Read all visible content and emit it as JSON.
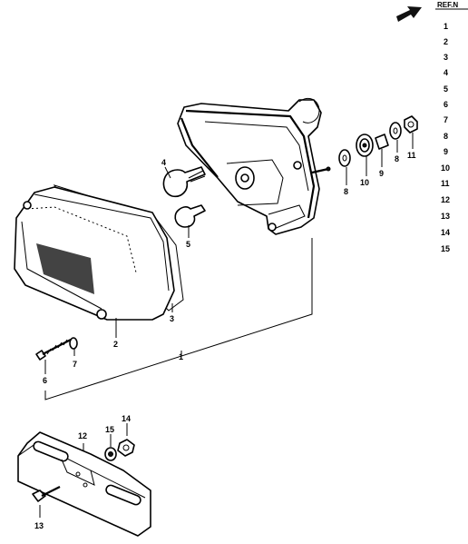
{
  "header": {
    "ref_label": "REF.N"
  },
  "ref_list": [
    "1",
    "2",
    "3",
    "4",
    "5",
    "6",
    "7",
    "8",
    "9",
    "10",
    "11",
    "12",
    "13",
    "14",
    "15"
  ],
  "callouts": {
    "c1": "1",
    "c2": "2",
    "c3": "3",
    "c4": "4",
    "c5": "5",
    "c6": "6",
    "c7": "7",
    "c8a": "8",
    "c8b": "8",
    "c9": "9",
    "c10": "10",
    "c11": "11",
    "c12": "12",
    "c13": "13",
    "c14": "14",
    "c15": "15"
  }
}
